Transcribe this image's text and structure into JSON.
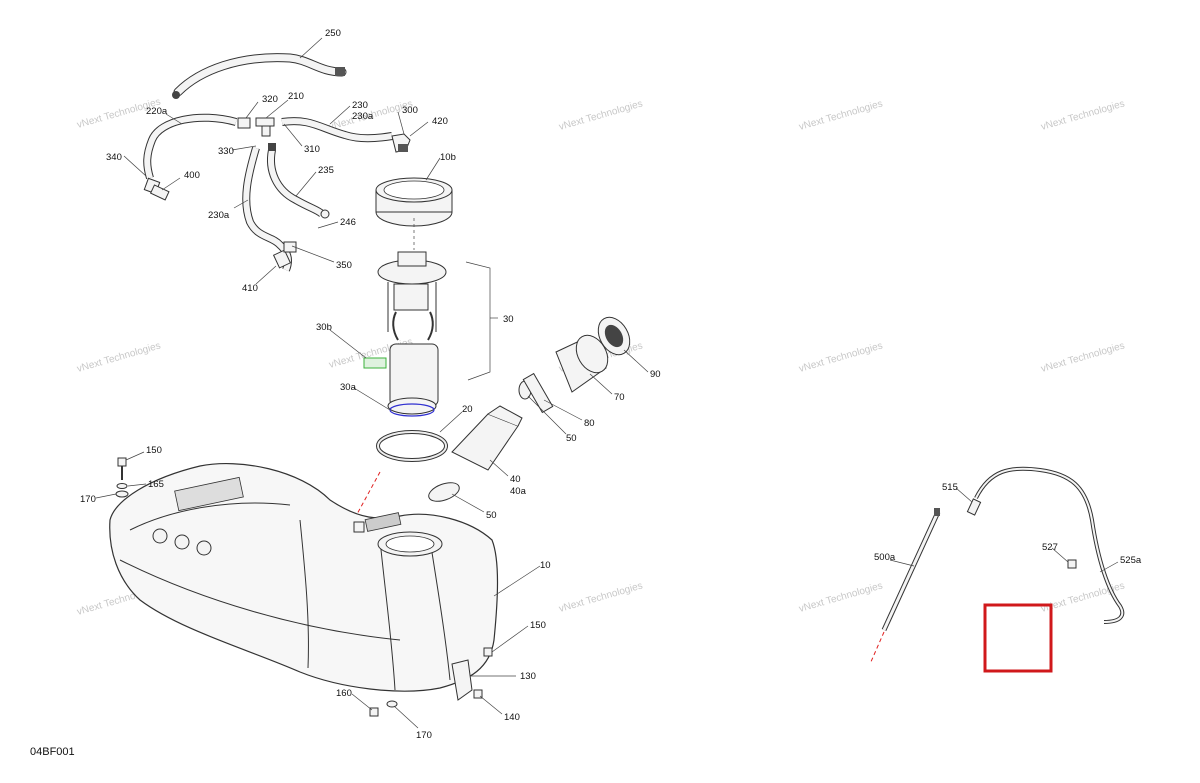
{
  "drawing_code": "04BF001",
  "watermark_text": "vNext Technologies",
  "labels": [
    "250",
    "220a",
    "320",
    "210",
    "230",
    "230a",
    "300",
    "420",
    "340",
    "400",
    "330",
    "310",
    "10b",
    "235",
    "246",
    "230a",
    "350",
    "410",
    "30",
    "30b",
    "30a",
    "90",
    "70",
    "80",
    "20",
    "50",
    "40",
    "40a",
    "150",
    "165",
    "170",
    "50",
    "10",
    "150",
    "130",
    "160",
    "140",
    "170",
    "515",
    "500a",
    "527",
    "525a"
  ],
  "colors": {
    "highlight_box": "#d0181b",
    "dashed_axis": "#e02020",
    "green_part": "#3bb23b",
    "blue_part": "#3030d0"
  }
}
